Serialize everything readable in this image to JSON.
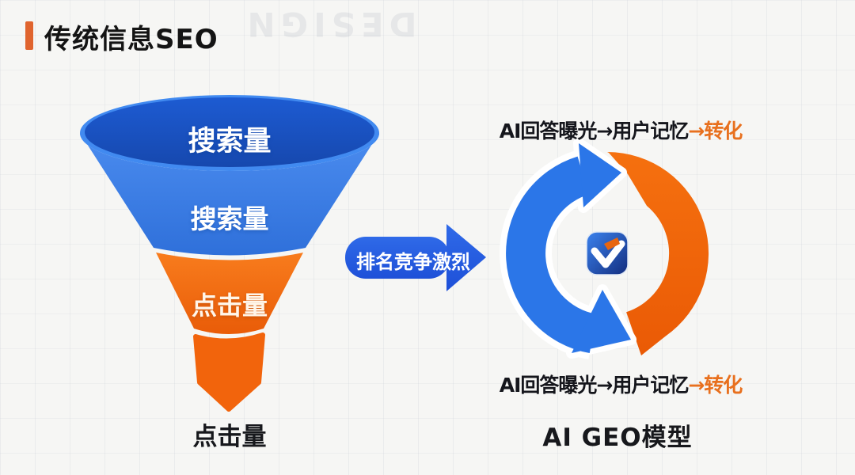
{
  "title": "传统信息SEO",
  "watermark": "DESIGN",
  "funnel": {
    "layers": [
      {
        "label": "搜索量",
        "color": "#1a53c4"
      },
      {
        "label": "搜索量",
        "color": "#4486ec"
      },
      {
        "label": "点击量",
        "color": "#f2660f"
      }
    ],
    "spout_color": "#f2640c",
    "caption": "点击量"
  },
  "transition": {
    "label": "排名竞争激烈",
    "color": "#2a63e2"
  },
  "cycle": {
    "flow_top": {
      "main": "AI回答曝光→用户记忆",
      "highlight": "→转化"
    },
    "flow_bottom": {
      "main": "AI回答曝光→用户记忆",
      "highlight": "→转化"
    },
    "caption": "AI GEO模型",
    "logo": "check-logo",
    "colors": {
      "blue": "#2b76e8",
      "orange": "#f2670c",
      "highlight_text": "#e8701e"
    }
  }
}
